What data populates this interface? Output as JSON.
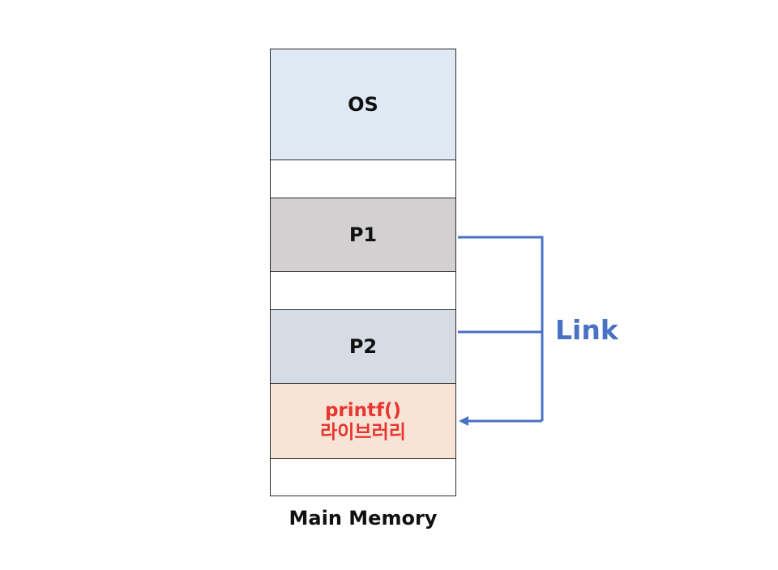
{
  "diagram": {
    "blocks": [
      {
        "id": "os",
        "label": "OS",
        "color": "#dee9f4"
      },
      {
        "id": "free-1",
        "label": "",
        "color": "#ffffff"
      },
      {
        "id": "p1",
        "label": "P1",
        "color": "#d2d0d0"
      },
      {
        "id": "free-2",
        "label": "",
        "color": "#ffffff"
      },
      {
        "id": "p2",
        "label": "P2",
        "color": "#d6dce4"
      },
      {
        "id": "library",
        "label_line1": "printf()",
        "label_line2": "라이브러리",
        "color": "#f7e4d7",
        "text_color": "#e7362f"
      },
      {
        "id": "free-3",
        "label": "",
        "color": "#ffffff"
      }
    ],
    "caption": "Main Memory",
    "link": {
      "label": "Link",
      "color": "#4a72c4",
      "from": [
        "P1",
        "P2"
      ],
      "to": "printf() 라이브러리"
    }
  }
}
